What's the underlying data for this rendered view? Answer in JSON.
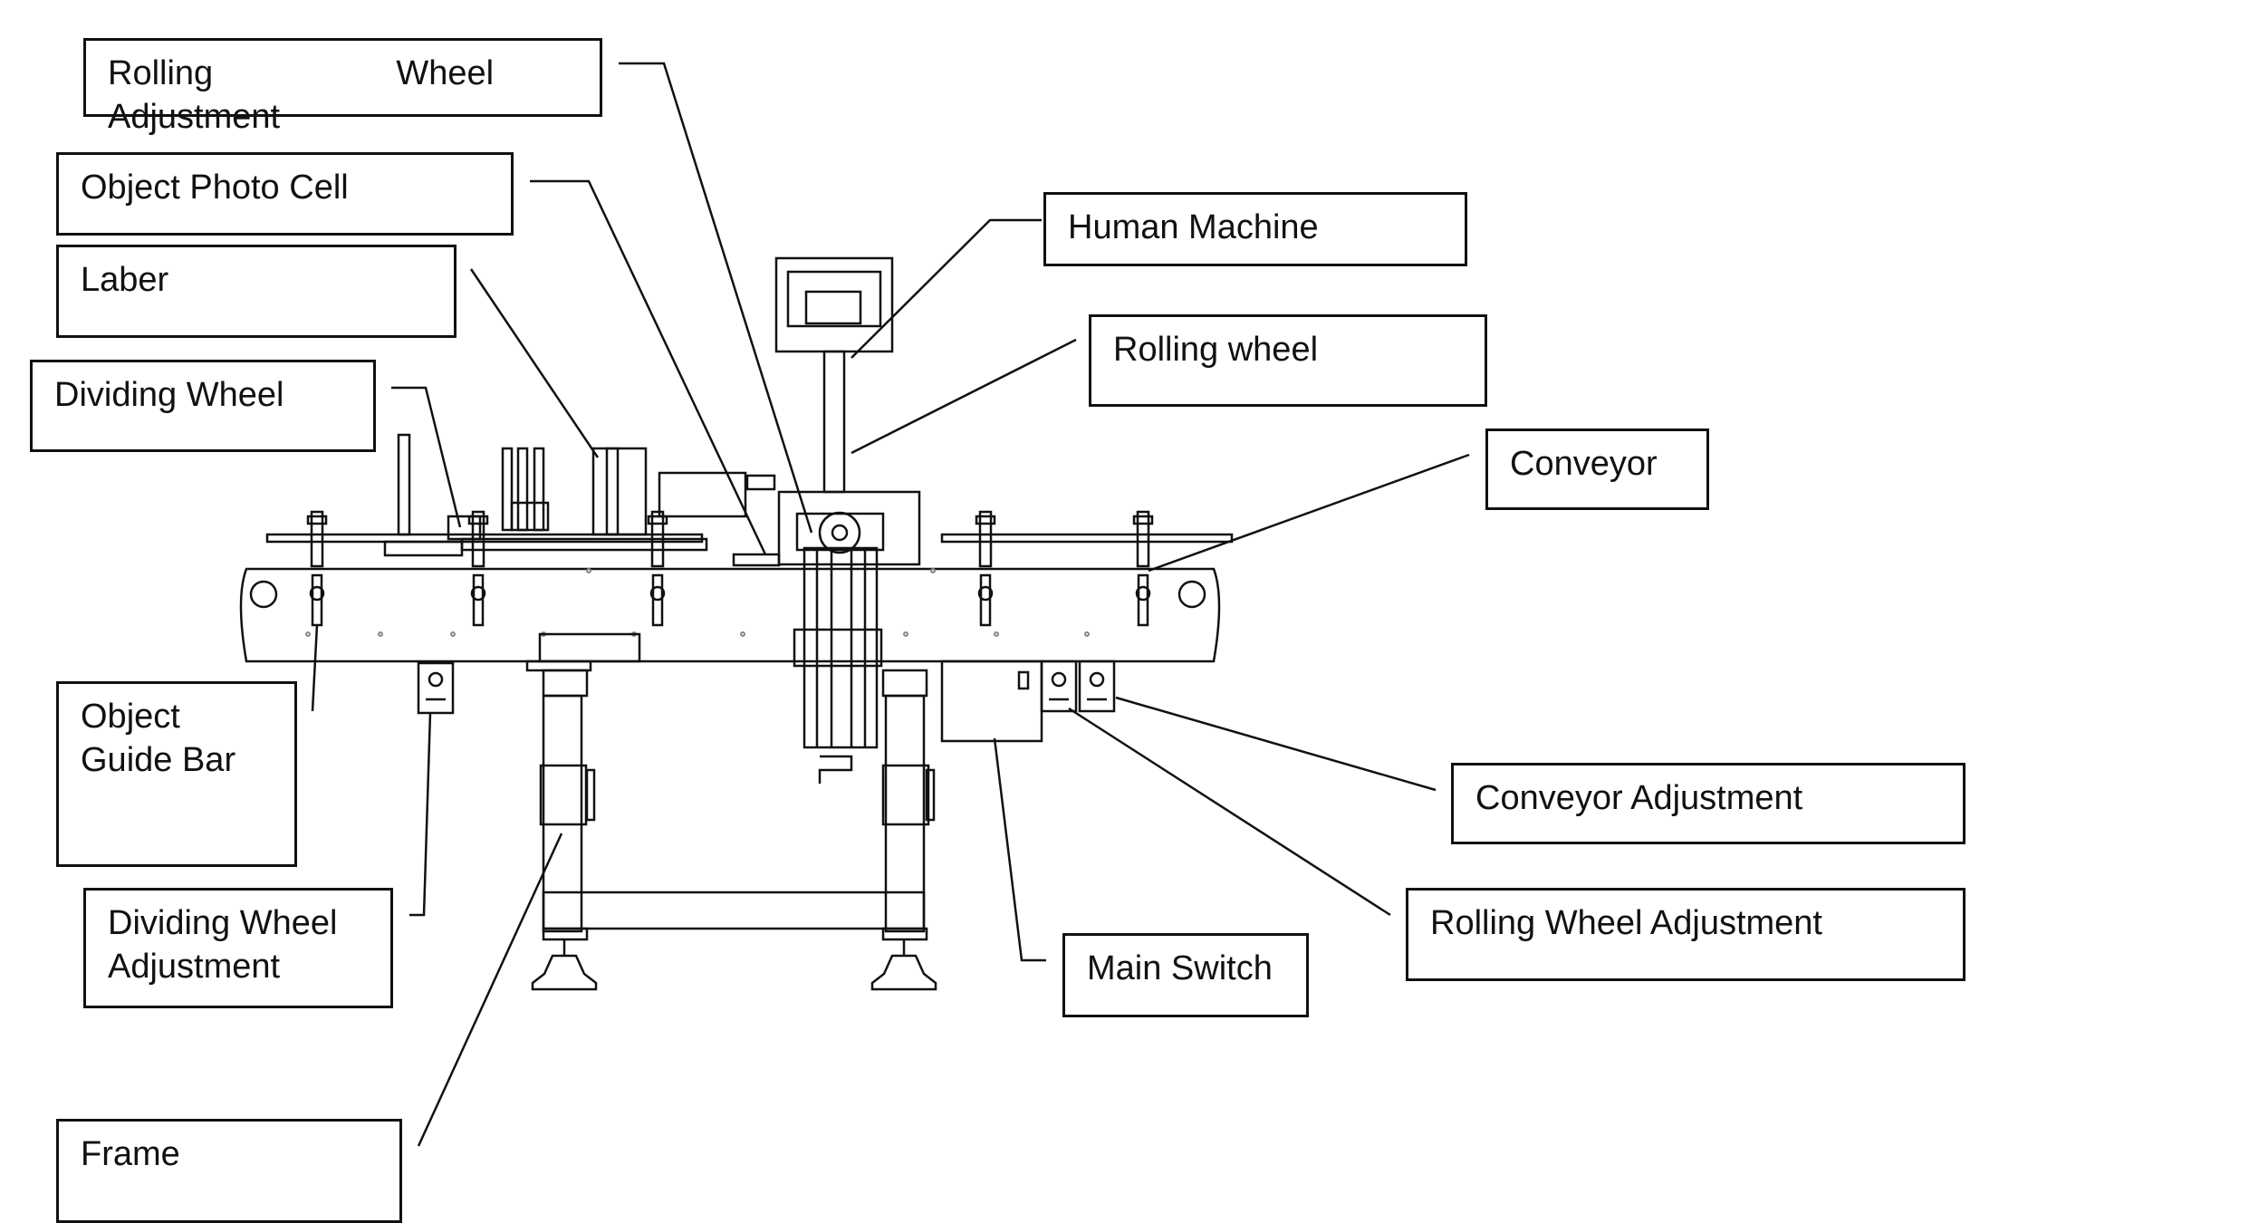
{
  "diagram": {
    "labels": {
      "rolling_wheel_adjustment_top": "Rolling    Wheel    Adjustment",
      "object_photo_cell": "Object Photo Cell",
      "laber": "Laber",
      "dividing_wheel": "Dividing Wheel",
      "object_guide_bar": "Object\nGuide Bar",
      "dividing_wheel_adjustment": "Dividing Wheel\nAdjustment",
      "frame": "Frame",
      "human_machine": "Human Machine",
      "rolling_wheel": "Rolling wheel",
      "conveyor": "Conveyor",
      "conveyor_adjustment": "Conveyor Adjustment",
      "rolling_wheel_adjustment_right": "Rolling Wheel Adjustment",
      "main_switch": "Main Switch"
    },
    "colors": {
      "line": "#111111",
      "background": "#ffffff",
      "detail": "#888888"
    }
  }
}
